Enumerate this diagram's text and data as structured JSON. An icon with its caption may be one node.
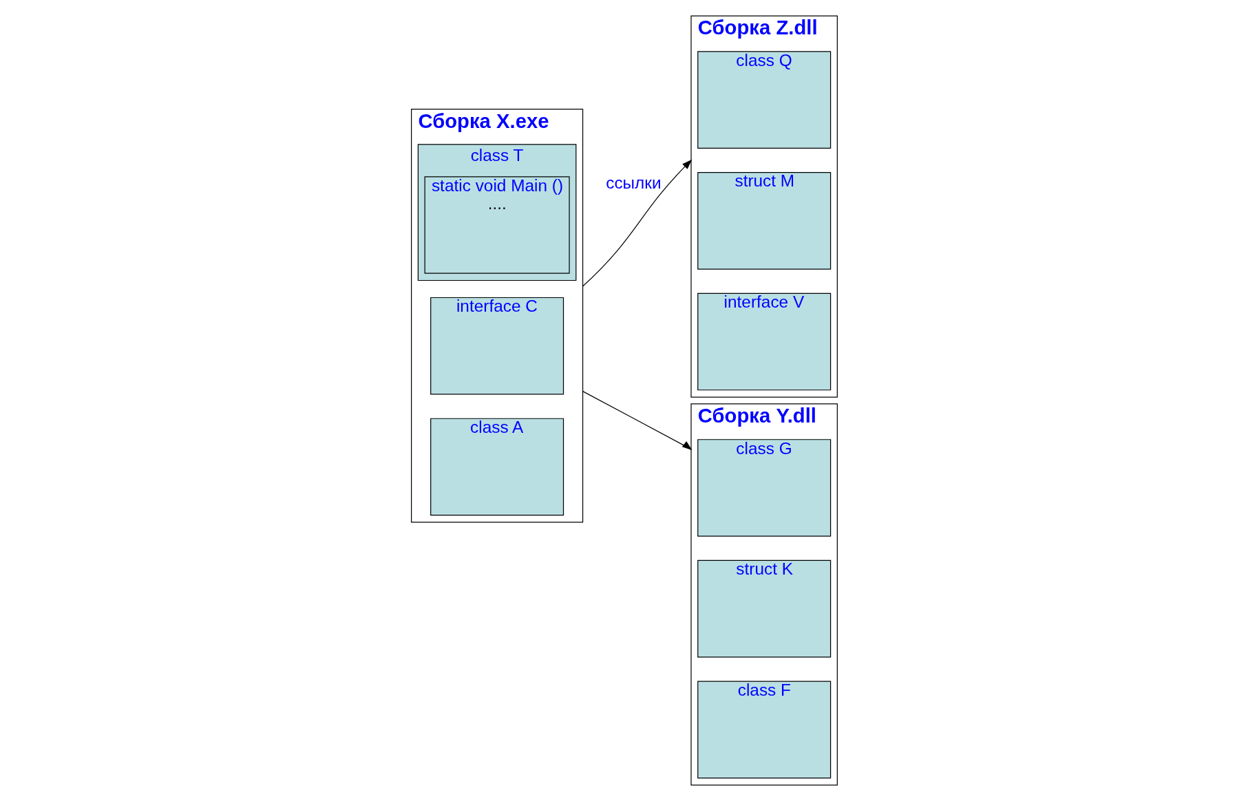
{
  "diagram": {
    "nodes": [
      {
        "text": [
          "Сборка X.exe"
        ]
      },
      {
        "text": [
          "interface C"
        ],
        "in": 0
      },
      {
        "text": [
          "class A"
        ],
        "in": 0
      },
      {
        "text": [
          "class T"
        ],
        "in": 0
      },
      {
        "text": [
          "static void Main ()",
          "...."
        ],
        "in": 3
      },
      {
        "text": [
          "Сборка Z.dll"
        ]
      },
      {
        "text": [
          "class Q"
        ],
        "in": 5
      },
      {
        "text": [
          "struct M"
        ],
        "in": 5
      },
      {
        "text": [
          "interface V"
        ],
        "in": 5
      },
      {
        "text": [
          "Сборка Y.dll"
        ]
      },
      {
        "text": [
          "class G"
        ],
        "in": 9
      },
      {
        "text": [
          "struct K"
        ],
        "in": 9
      },
      {
        "text": [
          "class F"
        ],
        "in": 9
      }
    ],
    "edges": [
      {
        "from": 0,
        "to": 5,
        "arrow": "to",
        "label": "ссылки"
      },
      {
        "from": 0,
        "to": 9,
        "arrow": "to"
      }
    ]
  }
}
